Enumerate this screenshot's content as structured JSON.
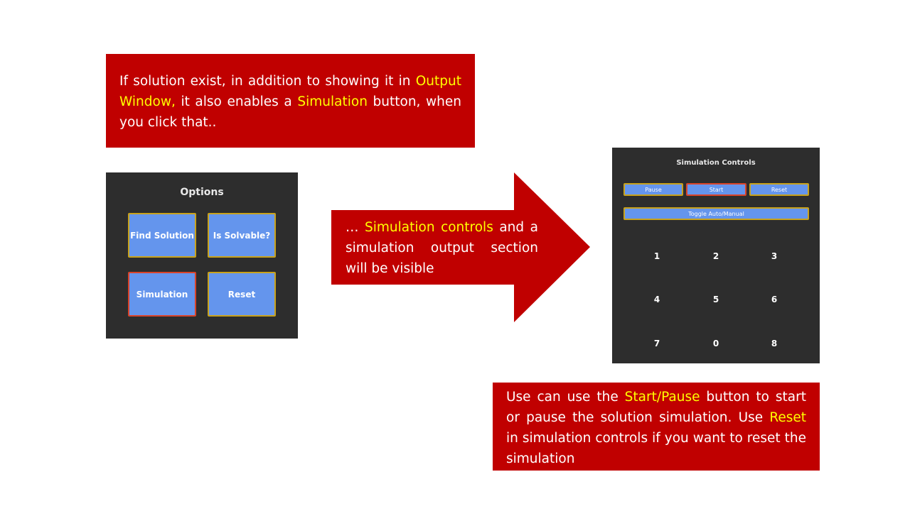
{
  "callout_top": {
    "line_1a": "If solution exist, in addition to showing it in",
    "hl_1": "Output Window,",
    "line_2a": "it also enables a",
    "hl_2": "Simulation",
    "line_3": "button, when you click that.."
  },
  "options_panel": {
    "title": "Options",
    "buttons": {
      "find_solution": "Find Solution",
      "is_solvable": "Is Solvable?",
      "simulation": "Simulation",
      "reset": "Reset"
    }
  },
  "arrow_text": {
    "prefix": "… ",
    "hl": "Simulation controls",
    "rest": " and a simulation output section will be visible"
  },
  "simulation_panel": {
    "title": "Simulation Controls",
    "buttons": {
      "pause": "Pause",
      "start": "Start",
      "reset": "Reset",
      "toggle": "Toggle Auto/Manual"
    },
    "grid": [
      "1",
      "2",
      "3",
      "4",
      "5",
      "6",
      "7",
      "0",
      "8"
    ]
  },
  "callout_bottom": {
    "part_1": "Use can use the ",
    "hl_1": "Start/Pause",
    "part_2": " button to start or pause the solution simulation. Use ",
    "hl_2": "Reset",
    "part_3": " in simulation controls if you want to reset the simulation"
  },
  "colors": {
    "callout_bg": "#c00000",
    "highlight": "#ffff00",
    "panel_bg": "#2d2d2d",
    "button_bg": "#6495ed",
    "button_border": "#c8a21c",
    "active_border": "#d9442a"
  }
}
